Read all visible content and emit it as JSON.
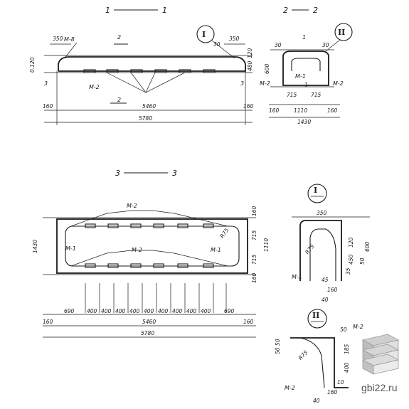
{
  "sections": {
    "s11": {
      "left": "1",
      "right": "1"
    },
    "s22": {
      "left": "2",
      "right": "2"
    },
    "s33": {
      "left": "3",
      "right": "3"
    }
  },
  "callouts": {
    "I": "I",
    "II": "II"
  },
  "labels": {
    "m1": "М-1",
    "m2": "М-2",
    "m8": "М-8",
    "cut1": "1",
    "cut2": "2",
    "cut3": "3"
  },
  "dims": {
    "d350": "350",
    "d5460": "5460",
    "d5780": "5780",
    "d160": "160",
    "d1430": "1430",
    "d1110": "1110",
    "d715": "715",
    "d600": "600",
    "d480": "480",
    "d120": "120",
    "d30": "30",
    "d690": "690",
    "d400": "400",
    "dR75": "R75",
    "d0120": "0.120",
    "d45": "45",
    "d35": "35",
    "d40": "40",
    "d50": "50",
    "d450": "450",
    "d185": "185",
    "d10": "10",
    "d5050": "50 50",
    "d0120v": "0.120"
  },
  "watermark": {
    "text": "gbi22.ru"
  }
}
